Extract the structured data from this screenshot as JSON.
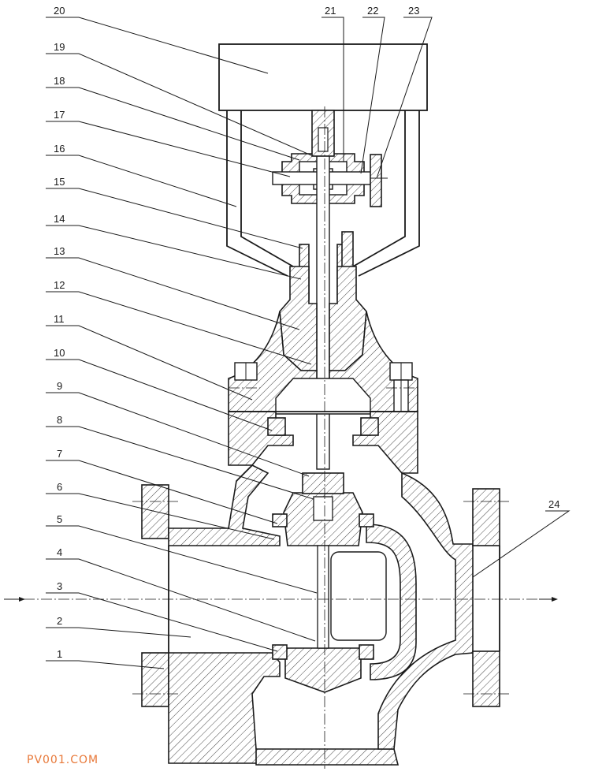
{
  "part_numbers": [
    "1",
    "2",
    "3",
    "4",
    "5",
    "6",
    "7",
    "8",
    "9",
    "10",
    "11",
    "12",
    "13",
    "14",
    "15",
    "16",
    "17",
    "18",
    "19",
    "20",
    "21",
    "22",
    "23",
    "24"
  ],
  "watermark": "PV001.COM"
}
